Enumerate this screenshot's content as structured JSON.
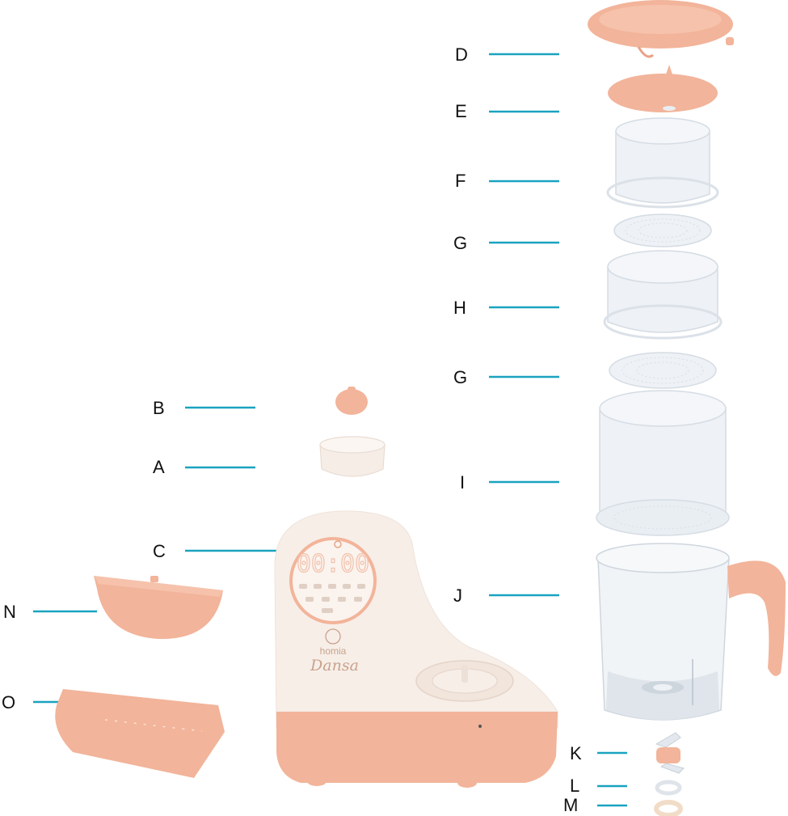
{
  "labels": {
    "a": "A",
    "b": "B",
    "c": "C",
    "d": "D",
    "e": "E",
    "f": "F",
    "g1": "G",
    "h": "H",
    "g2": "G",
    "i": "I",
    "j": "J",
    "k": "K",
    "l": "L",
    "m": "M",
    "n": "N",
    "o": "O"
  },
  "device": {
    "display": "00:00",
    "brand": "homia",
    "model": "Dansa"
  },
  "colors": {
    "accent": "#f2b49a",
    "leader": "#1aa3c0",
    "body": "#f6ede7",
    "clear": "#e9eef3"
  }
}
